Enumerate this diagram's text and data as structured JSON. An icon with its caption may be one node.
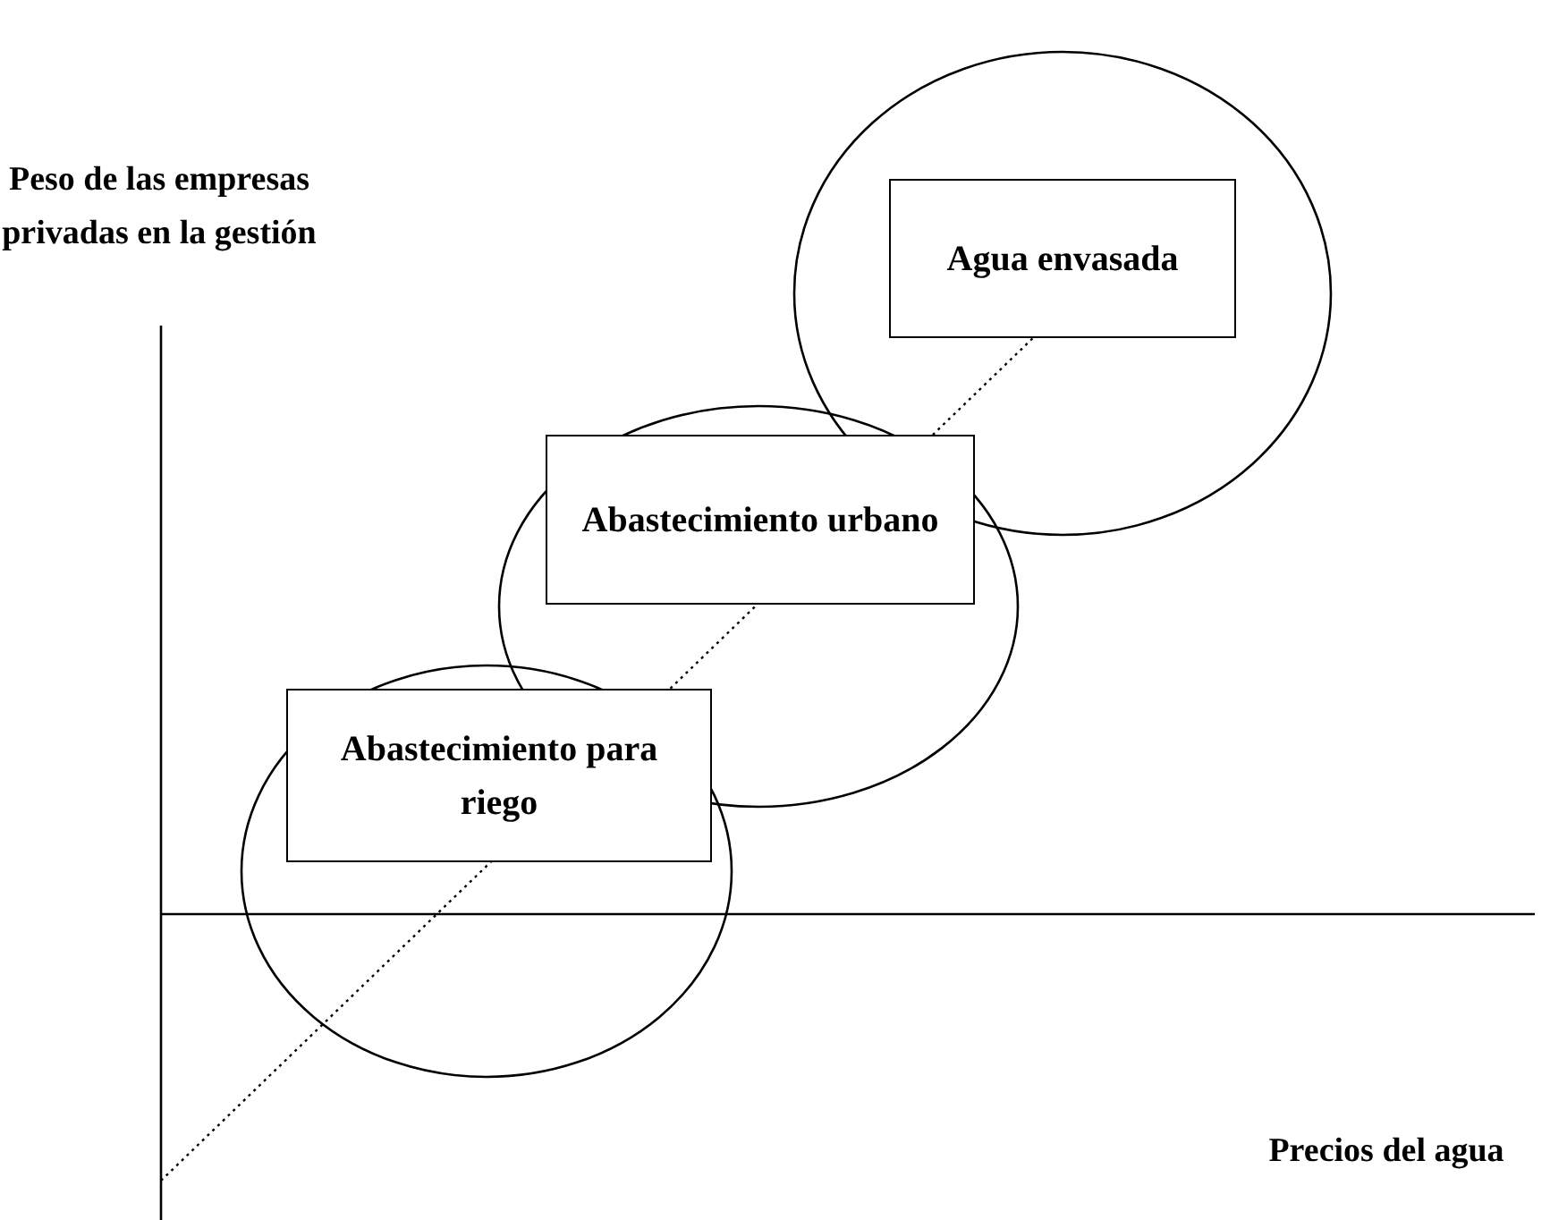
{
  "diagram": {
    "nodes": [
      {
        "text": [
          "Agua envasada"
        ]
      },
      {
        "text": [
          "Abastecimiento urbano"
        ]
      },
      {
        "text": [
          "Abastecimiento para riego"
        ]
      }
    ],
    "edges": [],
    "labels": [
      "Peso de las empresas privadas en la gestión",
      "Precios del agua"
    ]
  }
}
